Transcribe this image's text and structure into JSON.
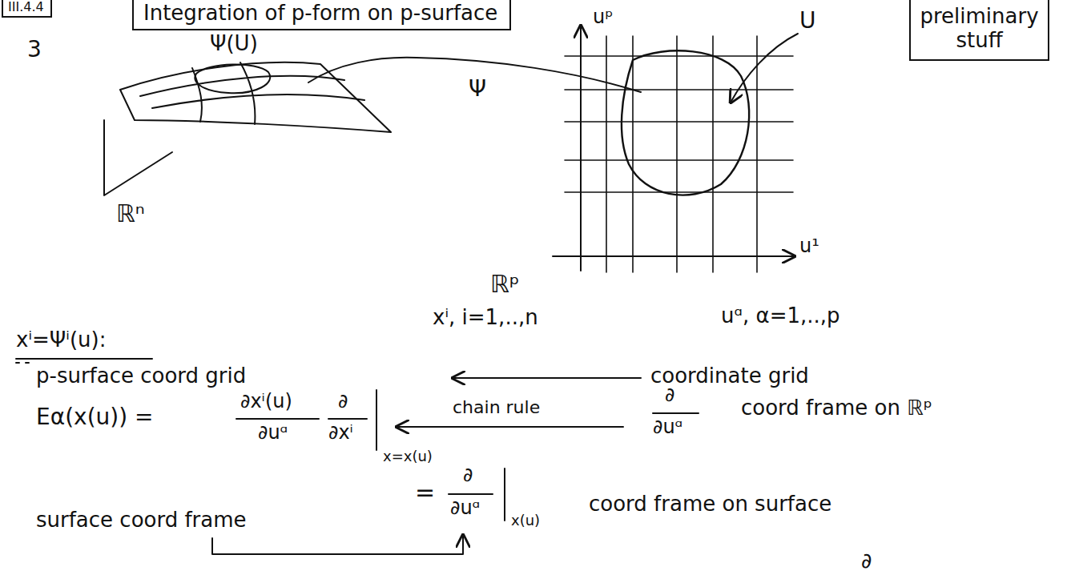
{
  "diagram": {
    "nodes": [
      {
        "text": [
          "III.4.4"
        ]
      },
      {
        "text": [
          "Integration of p-form on p-surface"
        ]
      },
      {
        "text": [
          "preliminary stuff"
        ]
      }
    ],
    "labels": [
      "3",
      "Ψ(U)",
      "Ψ",
      "U",
      "uᵖ",
      "u¹",
      "ℝⁿ",
      "ℝᵖ",
      "xⁱ, i=1,..,n",
      "uᵅ, α=1,..,p",
      "xⁱ=Ψⁱ(u):",
      "p-surface coord grid",
      "coordinate grid",
      "Eα(x(u)) =",
      "∂xⁱ(u)",
      "∂uᵅ",
      "∂",
      "∂xⁱ",
      "x=x(u)",
      "chain rule",
      "∂",
      "∂uᵅ",
      "coord frame on ℝᵖ",
      "=",
      "∂",
      "∂uᵅ",
      "x(u)",
      "coord frame on surface",
      "surface coord frame",
      "∂"
    ]
  }
}
